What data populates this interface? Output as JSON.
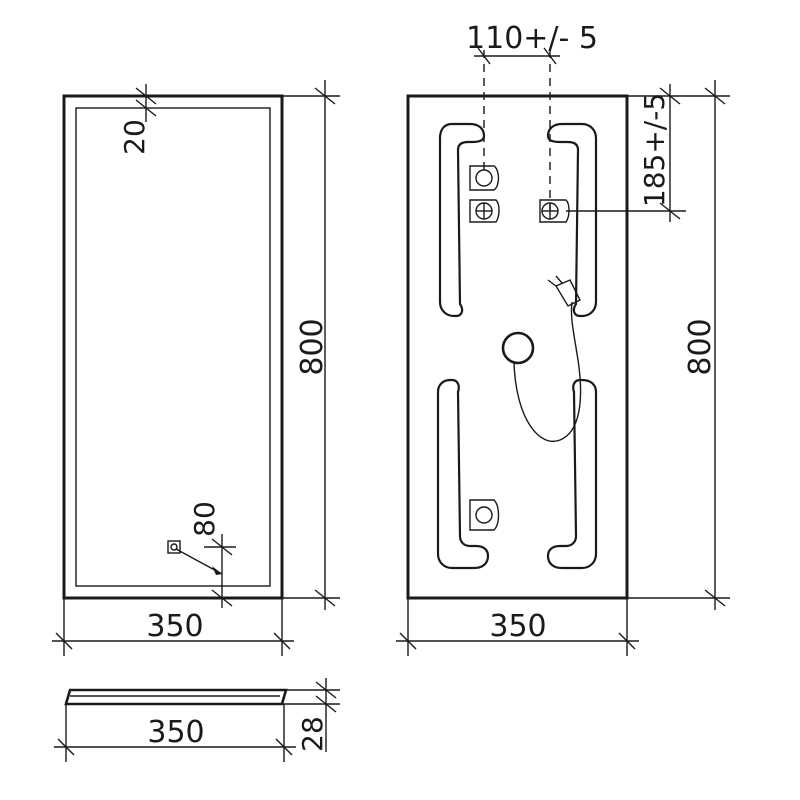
{
  "drawing": {
    "front_view": {
      "width_label": "350",
      "height_label": "800",
      "frame_inset_label": "20",
      "sensor_offset_label": "80"
    },
    "back_view": {
      "width_label": "350",
      "height_label": "800",
      "bracket_spacing_label": "110+/- 5",
      "bracket_drop_label": "185+/-5"
    },
    "side_view": {
      "width_label": "350",
      "depth_label": "28"
    }
  }
}
